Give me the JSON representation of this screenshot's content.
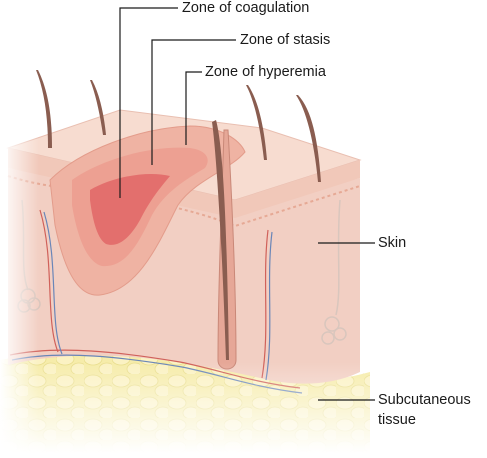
{
  "diagram": {
    "labels": {
      "coagulation": "Zone of coagulation",
      "stasis": "Zone of stasis",
      "hyperemia": "Zone of hyperemia",
      "skin": "Skin",
      "subcutaneous_line1": "Subcutaneous",
      "subcutaneous_line2": "tissue"
    },
    "colors": {
      "epidermis_top": "#f7dcd0",
      "dermis": "#f2cfc3",
      "subcutaneous_fat": "#f6ecaa",
      "hyperemia": "#efb3a3",
      "stasis": "#eda092",
      "coagulation": "#e36f6d",
      "hair": "#8a5d50",
      "leader_line": "#1a1a1a"
    }
  }
}
